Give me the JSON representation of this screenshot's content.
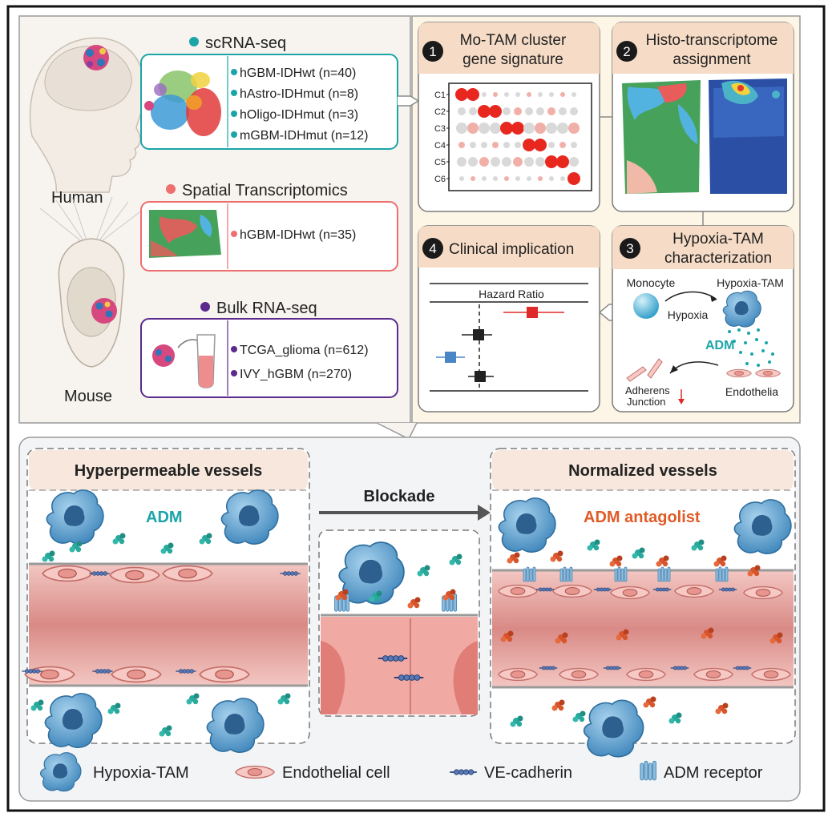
{
  "top_left": {
    "species": {
      "human": "Human",
      "mouse": "Mouse"
    },
    "scrna": {
      "title": "scRNA-seq",
      "color": "#1ba5a9",
      "items": [
        "hGBM-IDHwt (n=40)",
        "hAstro-IDHmut (n=8)",
        "hOligo-IDHmut (n=3)",
        "mGBM-IDHmut (n=12)"
      ]
    },
    "spatial": {
      "title": "Spatial Transcriptomics",
      "color": "#ee6f6f",
      "items": [
        "hGBM-IDHwt (n=35)"
      ]
    },
    "bulk": {
      "title": "Bulk RNA-seq",
      "color": "#5b2a8c",
      "items": [
        "TCGA_glioma (n=612)",
        "IVY_hGBM (n=270)"
      ]
    }
  },
  "panels": {
    "p1": {
      "num": "1",
      "title_l1": "Mo-TAM cluster",
      "title_l2": "gene signature",
      "rows": [
        "C1",
        "C2",
        "C3",
        "C4",
        "C5",
        "C6"
      ]
    },
    "p2": {
      "num": "2",
      "title_l1": "Histo-transcriptome",
      "title_l2": "assignment"
    },
    "p3": {
      "num": "3",
      "title_l1": "Hypoxia-TAM",
      "title_l2": "characterization",
      "monocyte": "Monocyte",
      "hypoxia_tam": "Hypoxia-TAM",
      "hypoxia": "Hypoxia",
      "adm": "ADM",
      "endothelia": "Endothelia",
      "adherens_l1": "Adherens",
      "adherens_l2": "Junction"
    },
    "p4": {
      "num": "4",
      "title": "Clinical implication",
      "hazard": "Hazard Ratio"
    }
  },
  "bottom": {
    "left_title": "Hyperpermeable vessels",
    "left_adm": "ADM",
    "blockade": "Blockade",
    "right_title": "Normalized vessels",
    "right_adm": "ADM antagolist",
    "legend": [
      "Hypoxia-TAM",
      "Endothelial cell",
      "VE-cadherin",
      "ADM receptor"
    ]
  },
  "colors": {
    "teal": "#1ba5a9",
    "orange_red": "#e05a27",
    "panel_title_bg": "#f6dcc6",
    "vessel": "#e9a9a6",
    "cell_blue": "#5a9ec9",
    "dark": "#1a1a1a"
  }
}
